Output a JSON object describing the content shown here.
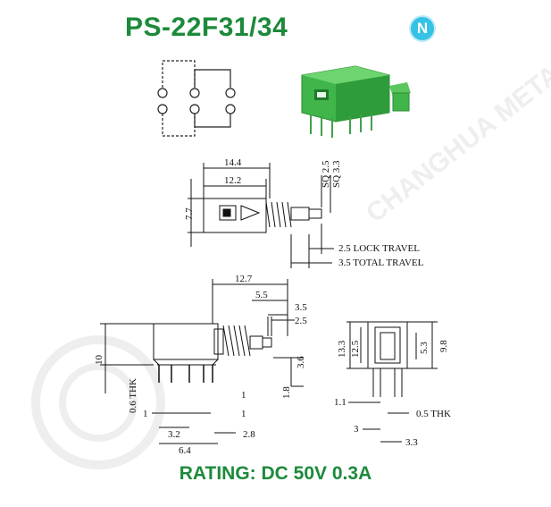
{
  "header": {
    "title": "PS-22F31/34",
    "badge_letter": "N"
  },
  "footer": {
    "rating": "RATING: DC 50V 0.3A"
  },
  "watermark": {
    "latin": "CHANGHUA METAL"
  },
  "side_view": {
    "width_outer": "14.4",
    "width_inner": "12.2",
    "height": "7.7",
    "sq_a": "SQ 2.5",
    "sq_b": "SQ 3.3",
    "lock_travel": "2.5 LOCK TRAVEL",
    "total_travel": "3.5 TOTAL TRAVEL"
  },
  "front_view": {
    "span": "12.7",
    "d55": "5.5",
    "d35": "3.5",
    "d25": "2.5",
    "h10": "10",
    "h36": "3.6",
    "h18": "1.8",
    "thk": "0.6 THK",
    "p1_left": "1",
    "p1_a": "1",
    "p1_b": "1",
    "p32": "3.2",
    "p28": "2.8",
    "p64": "6.4"
  },
  "end_view": {
    "h133": "13.3",
    "h125": "12.5",
    "h53": "5.3",
    "h98": "9.8",
    "w11": "1.1",
    "w05": "0.5 THK",
    "w3": "3",
    "w33": "3.3"
  },
  "colors": {
    "brand_green": "#1c8a3a",
    "badge_blue": "#36c2e6",
    "part_green": "#3fb54a"
  }
}
